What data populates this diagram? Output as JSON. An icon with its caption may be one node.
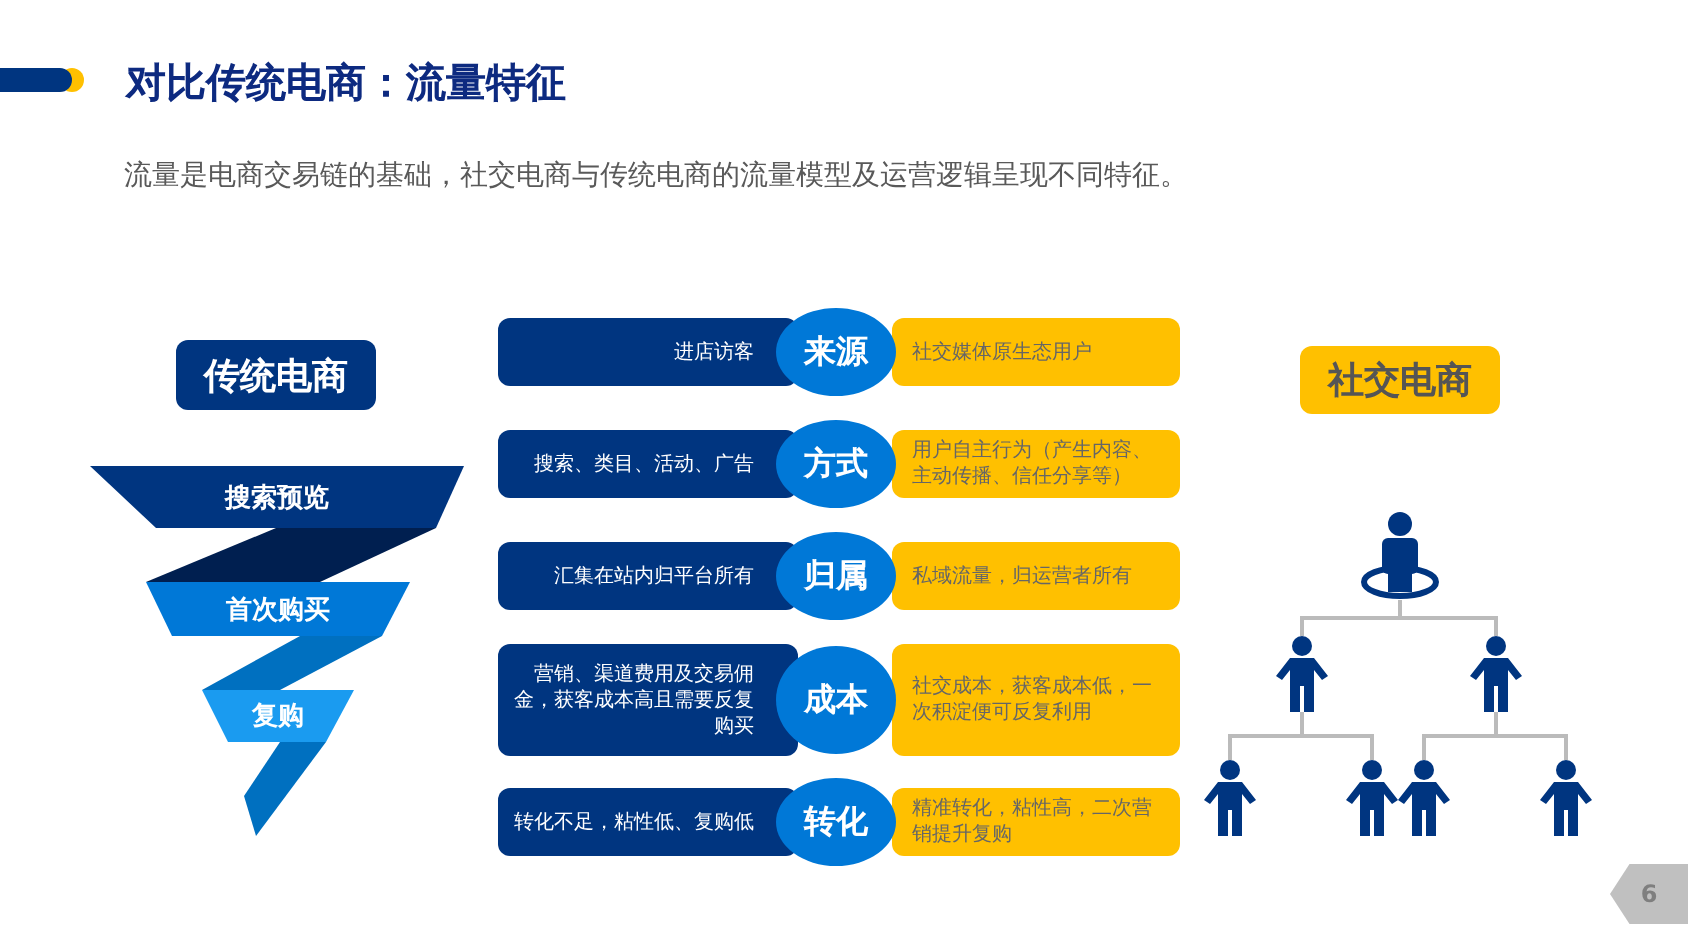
{
  "diagram": {
    "title": "对比传统电商：流量特征",
    "nodes": [
      {
        "text": [
          "传统电商"
        ]
      },
      {
        "text": [
          "社交电商"
        ]
      },
      {
        "text": [
          "进店访客"
        ]
      },
      {
        "text": [
          "来源"
        ]
      },
      {
        "text": [
          "社交媒体原生态用户"
        ]
      },
      {
        "text": [
          "搜索、类目、活动、广告"
        ]
      },
      {
        "text": [
          "方式"
        ]
      },
      {
        "text": [
          "用户自主行为（产生内容、主动传播、信任分享等）"
        ]
      },
      {
        "text": [
          "汇集在站内归平台所有"
        ]
      },
      {
        "text": [
          "归属"
        ]
      },
      {
        "text": [
          "私域流量，归运营者所有"
        ]
      },
      {
        "text": [
          "营销、渠道费用及交易佣金，获客成本高且需要反复购买"
        ]
      },
      {
        "text": [
          "成本"
        ]
      },
      {
        "text": [
          "社交成本，获客成本低，一次积淀便可反复利用"
        ]
      },
      {
        "text": [
          "转化不足，粘性低、复购低"
        ]
      },
      {
        "text": [
          "转化"
        ]
      },
      {
        "text": [
          "精准转化，粘性高，二次营销提升复购"
        ]
      },
      {
        "text": [
          "搜索预览"
        ]
      },
      {
        "text": [
          "首次购买"
        ]
      },
      {
        "text": [
          "复购"
        ]
      },
      {
        "text": [],
        "shape": "person"
      },
      {
        "text": [],
        "shape": "person"
      },
      {
        "text": [],
        "shape": "person"
      },
      {
        "text": [],
        "shape": "person"
      },
      {
        "text": [],
        "shape": "person"
      },
      {
        "text": [],
        "shape": "person"
      },
      {
        "text": [],
        "shape": "person"
      }
    ],
    "edges": [
      {
        "from": 20,
        "to": 21,
        "arrow": "none"
      },
      {
        "from": 20,
        "to": 22,
        "arrow": "none"
      },
      {
        "from": 21,
        "to": 23,
        "arrow": "none"
      },
      {
        "from": 21,
        "to": 24,
        "arrow": "none"
      },
      {
        "from": 22,
        "to": 25,
        "arrow": "none"
      },
      {
        "from": 22,
        "to": 26,
        "arrow": "none"
      }
    ],
    "labels": [
      "流量是电商交易链的基础，社交电商与传统电商的流量模型及运营逻辑呈现不同特征。",
      "6"
    ]
  }
}
